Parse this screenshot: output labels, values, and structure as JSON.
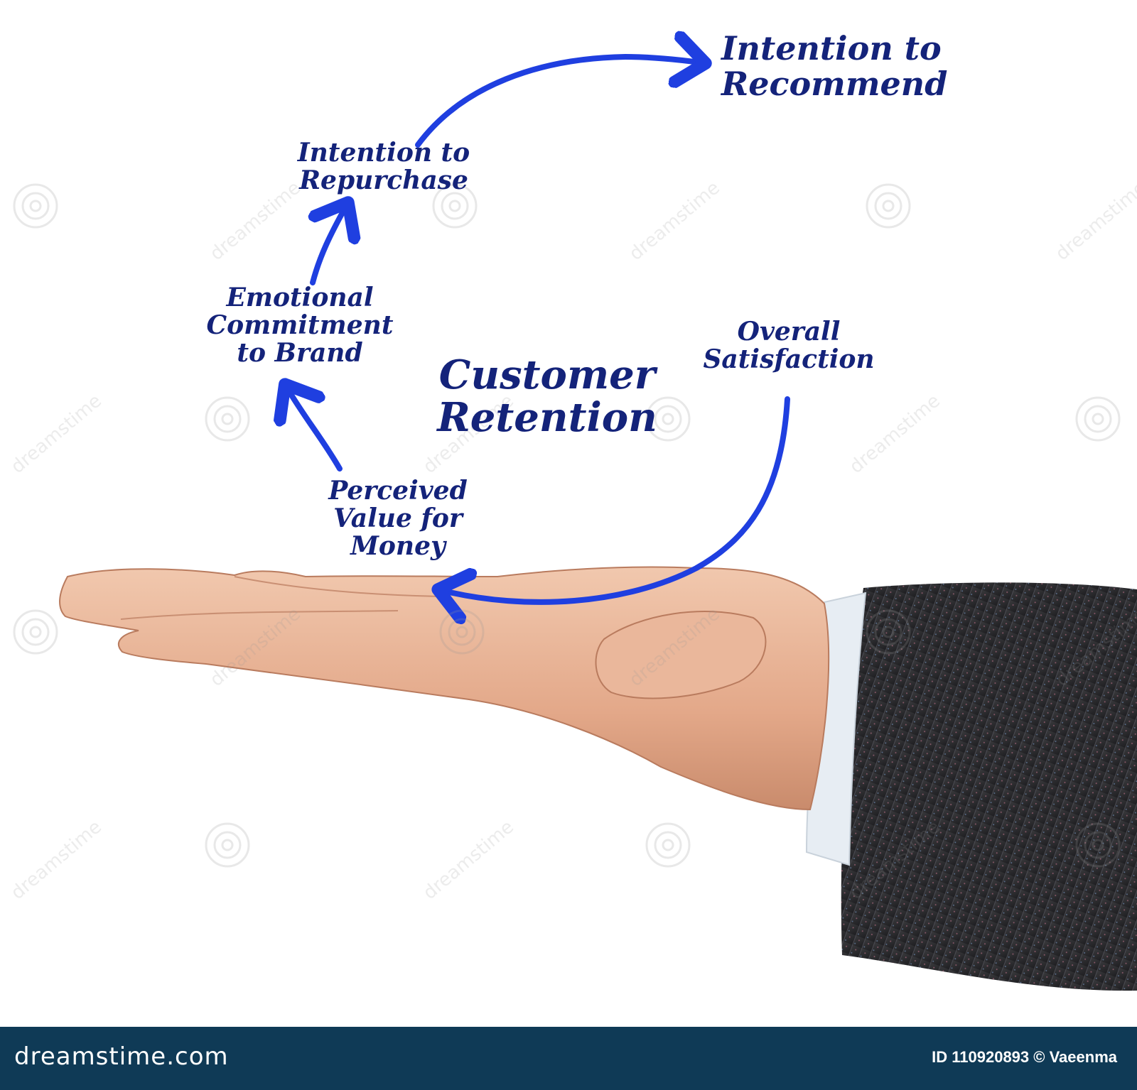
{
  "diagram": {
    "center_title": [
      "Customer",
      "Retention"
    ],
    "stages": {
      "overall_satisfaction": [
        "Overall",
        "Satisfaction"
      ],
      "perceived_value": [
        "Perceived",
        "Value for",
        "Money"
      ],
      "emotional_commitment": [
        "Emotional",
        "Commitment",
        "to Brand"
      ],
      "intention_repurchase": [
        "Intention to",
        "Repurchase"
      ],
      "intention_recommend": [
        "Intention to",
        "Recommend"
      ]
    },
    "arrow_color": "#1f3fe0",
    "text_color": "#14237a"
  },
  "watermark": {
    "brand": "dreamstime"
  },
  "footer": {
    "brand": "dreamstime.com",
    "image_id": "ID 110920893 © Vaeenma",
    "background": "#0f3a56"
  }
}
